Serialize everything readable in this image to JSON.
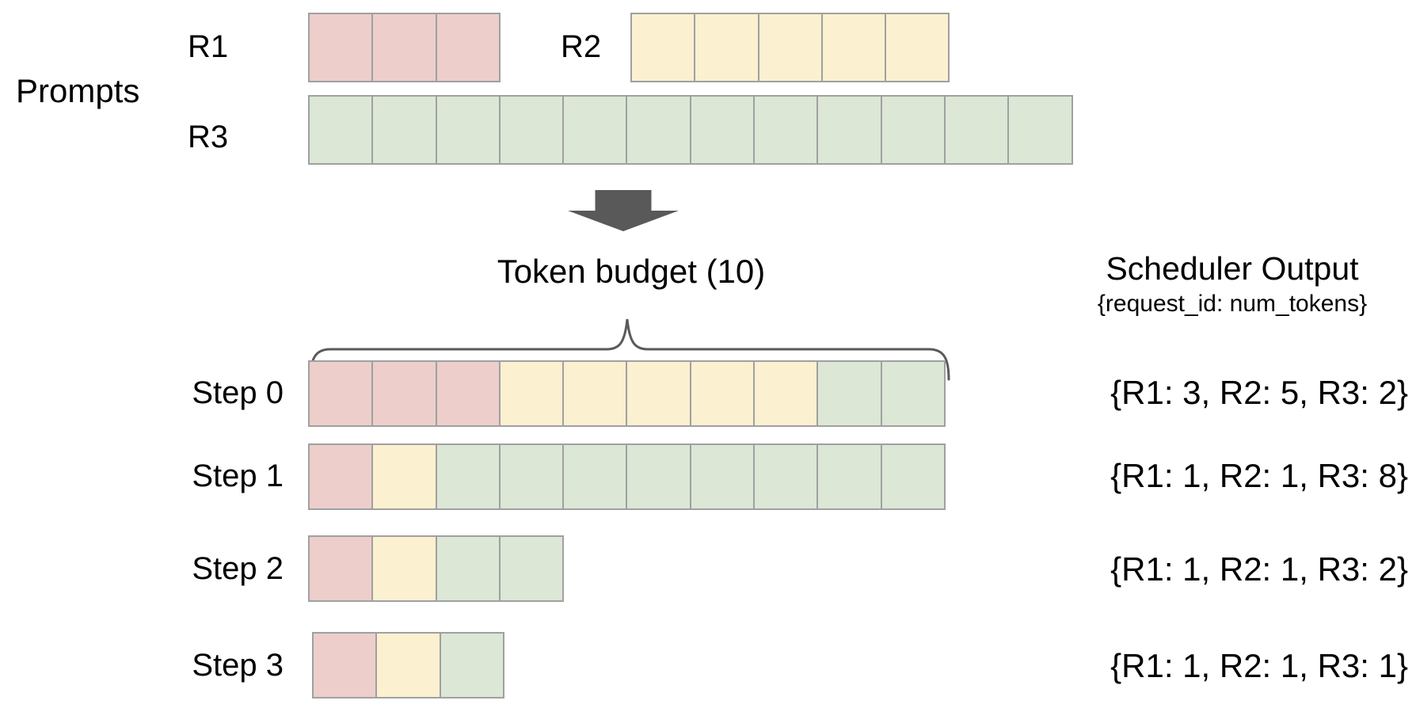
{
  "prompts": {
    "label": "Prompts",
    "requests": [
      {
        "id": "R1",
        "tokens": 3,
        "segments": [
          {
            "request": "R1",
            "tokens": 3
          }
        ]
      },
      {
        "id": "R2",
        "tokens": 5,
        "segments": [
          {
            "request": "R2",
            "tokens": 5
          }
        ]
      },
      {
        "id": "R3",
        "tokens": 12,
        "segments": [
          {
            "request": "R3",
            "tokens": 12
          }
        ]
      }
    ]
  },
  "token_budget": {
    "label": "Token budget (10)",
    "value": 10
  },
  "scheduler_output": {
    "title": "Scheduler Output",
    "subtitle": "{request_id: num_tokens}",
    "steps": [
      {
        "label": "Step 0",
        "output": "{R1: 3, R2: 5, R3: 2}",
        "segments": [
          {
            "request": "R1",
            "tokens": 3
          },
          {
            "request": "R2",
            "tokens": 5
          },
          {
            "request": "R3",
            "tokens": 2
          }
        ]
      },
      {
        "label": "Step 1",
        "output": "{R1: 1, R2: 1, R3: 8}",
        "segments": [
          {
            "request": "R1",
            "tokens": 1
          },
          {
            "request": "R2",
            "tokens": 1
          },
          {
            "request": "R3",
            "tokens": 8
          }
        ]
      },
      {
        "label": "Step 2",
        "output": "{R1: 1, R2: 1, R3: 2}",
        "segments": [
          {
            "request": "R1",
            "tokens": 1
          },
          {
            "request": "R2",
            "tokens": 1
          },
          {
            "request": "R3",
            "tokens": 2
          }
        ]
      },
      {
        "label": "Step 3",
        "output": "{R1: 1, R2: 1, R3: 1}",
        "segments": [
          {
            "request": "R1",
            "tokens": 1
          },
          {
            "request": "R2",
            "tokens": 1
          },
          {
            "request": "R3",
            "tokens": 1
          }
        ]
      }
    ]
  },
  "colors": {
    "requests": {
      "R1": "#EDCECB",
      "R2": "#FBF0D0",
      "R3": "#DCE7D6"
    },
    "cell_border": "#A0A0A0",
    "arrow": "#595959",
    "brace": "#5A5A5A",
    "text": "#000000"
  }
}
